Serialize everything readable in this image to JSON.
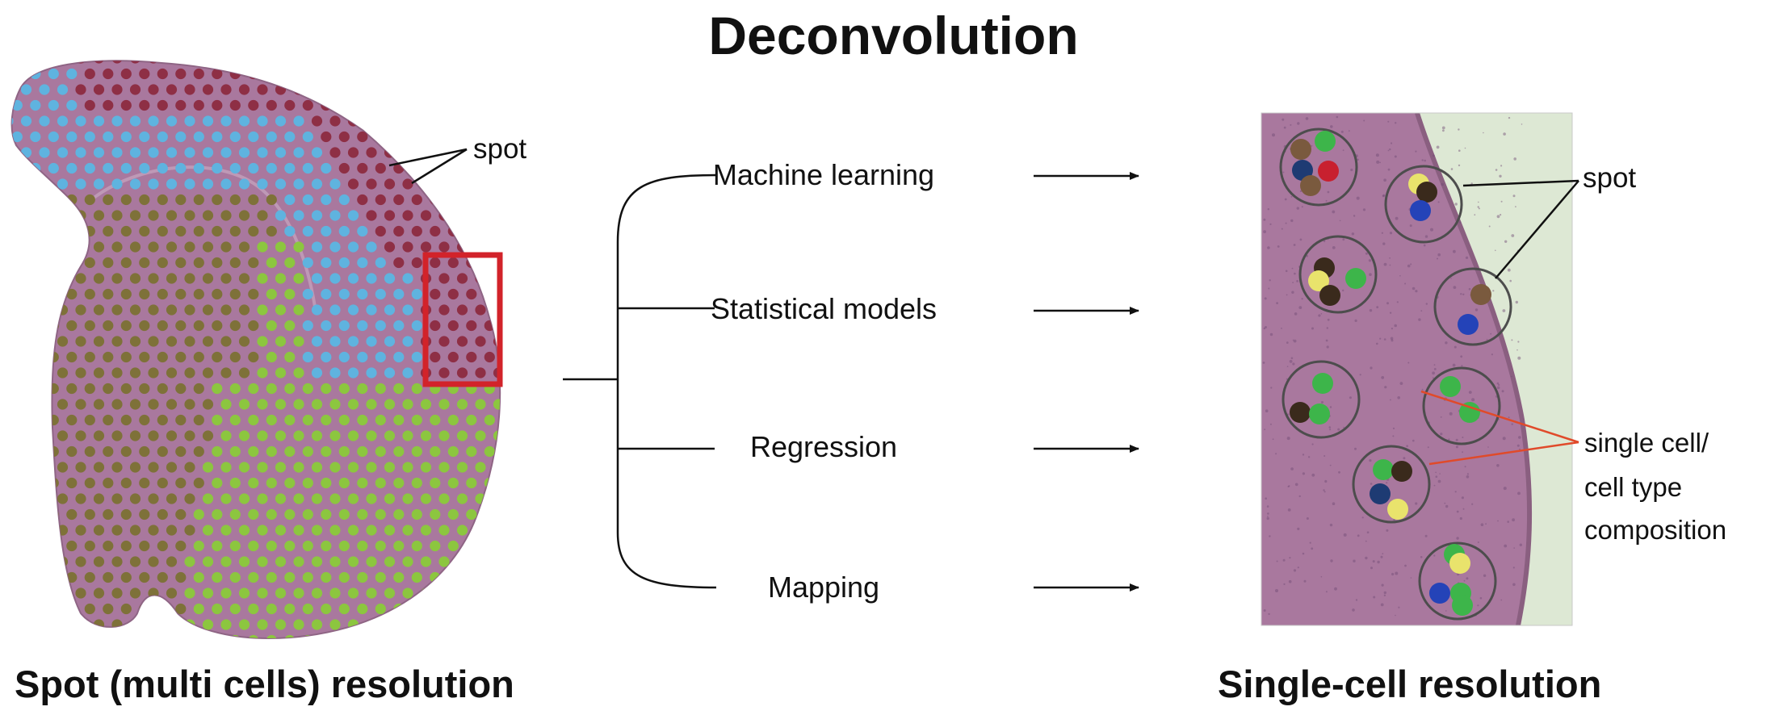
{
  "title": "Deconvolution",
  "left_panel": {
    "caption": "Spot (multi cells) resolution",
    "spot_label": "spot"
  },
  "methods": [
    {
      "label": "Machine learning"
    },
    {
      "label": "Statistical models"
    },
    {
      "label": "Regression"
    },
    {
      "label": "Mapping"
    }
  ],
  "right_panel": {
    "caption": "Single-cell resolution",
    "spot_label": "spot",
    "composition_label": [
      "single cell/",
      "cell type",
      "composition"
    ]
  },
  "colors": {
    "tissue": "#a9789e",
    "spot_red": "#8e2f45",
    "spot_blue": "#5fb3df",
    "spot_olive": "#7e7139",
    "spot_green": "#8cc63f",
    "highlight_box": "#d2232a",
    "cell_green": "#3db54a",
    "cell_navy": "#1e3b73",
    "cell_brown": "#7a5a3e",
    "cell_red": "#c8202f",
    "cell_yellow": "#e9e36c",
    "cell_dark": "#3a2a1c",
    "cell_blue": "#2443b8"
  }
}
